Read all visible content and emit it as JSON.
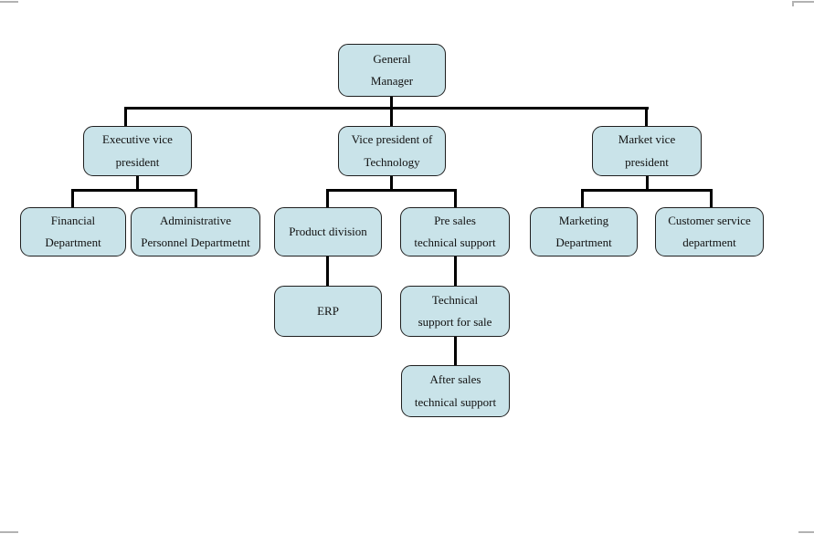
{
  "diagram_type": "org-chart",
  "colors": {
    "node_fill": "#c9e3e9",
    "node_border": "#1f1f1f",
    "connector": "#000000",
    "page_border_fragment": "#b3b3b3",
    "background": "#ffffff"
  },
  "nodes": {
    "general_manager": {
      "label": "General\nManager"
    },
    "executive_vp": {
      "label": "Executive vice\npresident"
    },
    "tech_vp": {
      "label": "Vice president of\nTechnology"
    },
    "market_vp": {
      "label": "Market vice\npresident"
    },
    "financial": {
      "label": "Financial\nDepartment"
    },
    "admin": {
      "label": "Administrative\nPersonnel Departmetnt"
    },
    "product": {
      "label": "Product division"
    },
    "presales": {
      "label": "Pre sales\ntechnical support"
    },
    "marketing": {
      "label": "Marketing\nDepartment"
    },
    "customer": {
      "label": "Customer service\ndepartment"
    },
    "erp": {
      "label": "ERP"
    },
    "tech_support_sale": {
      "label": "Technical\nsupport for sale"
    },
    "after_sales": {
      "label": "After sales\ntechnical support"
    }
  },
  "edges": [
    {
      "from": "general_manager",
      "to": "executive_vp"
    },
    {
      "from": "general_manager",
      "to": "tech_vp"
    },
    {
      "from": "general_manager",
      "to": "market_vp"
    },
    {
      "from": "executive_vp",
      "to": "financial"
    },
    {
      "from": "executive_vp",
      "to": "admin"
    },
    {
      "from": "tech_vp",
      "to": "product"
    },
    {
      "from": "tech_vp",
      "to": "presales"
    },
    {
      "from": "market_vp",
      "to": "marketing"
    },
    {
      "from": "market_vp",
      "to": "customer"
    },
    {
      "from": "product",
      "to": "erp"
    },
    {
      "from": "presales",
      "to": "tech_support_sale"
    },
    {
      "from": "tech_support_sale",
      "to": "after_sales"
    }
  ]
}
